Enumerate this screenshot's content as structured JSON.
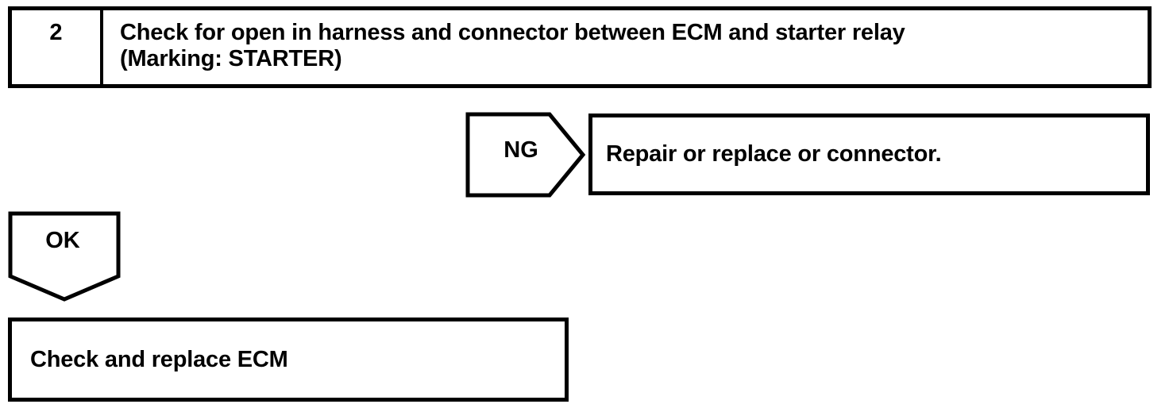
{
  "page": {
    "background_color": "#ffffff",
    "line_color": "#000000"
  },
  "step_box": {
    "number": "2",
    "instruction_lines": [
      "Check for open in harness and connector between ECM and starter relay",
      "(Marking: STARTER)"
    ]
  },
  "ng_branch": {
    "label": "NG",
    "action": "Repair or replace or connector."
  },
  "ok_branch": {
    "label": "OK",
    "action": "Check and replace ECM"
  }
}
